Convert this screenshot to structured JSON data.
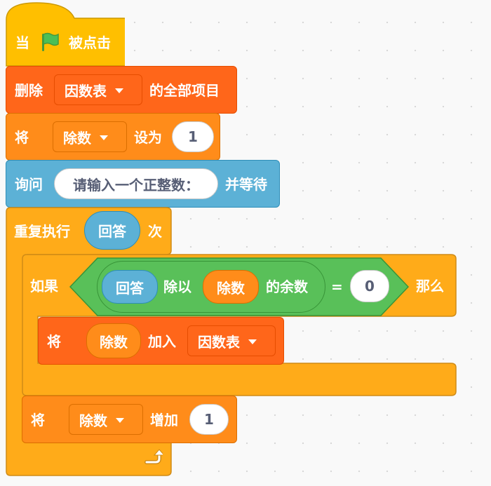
{
  "script": {
    "hat": {
      "prefix": "当",
      "suffix": "被点击",
      "icon": "green-flag-icon"
    },
    "delete_all": {
      "prefix": "删除",
      "list": "因数表",
      "suffix": "的全部项目"
    },
    "set_var": {
      "prefix": "将",
      "variable": "除数",
      "middle": "设为",
      "value": "1"
    },
    "ask": {
      "prefix": "询问",
      "question": "请输入一个正整数：",
      "suffix": "并等待"
    },
    "repeat": {
      "prefix": "重复执行",
      "times": "回答",
      "suffix": "次"
    },
    "if_block": {
      "prefix": "如果",
      "suffix": "那么",
      "mod": {
        "left": "回答",
        "op": "除以",
        "right": "除数",
        "suffix": "的余数"
      },
      "equals": "=",
      "compare_value": "0"
    },
    "add_to_list": {
      "prefix": "将",
      "item": "除数",
      "middle": "加入",
      "list": "因数表"
    },
    "change_var": {
      "prefix": "将",
      "variable": "除数",
      "middle": "增加",
      "value": "1"
    },
    "loop_arrow_icon": "loop-arrow-icon"
  },
  "colors": {
    "events": "#ffbf00",
    "list": "#ff661a",
    "variable": "#ff8c1a",
    "sensing": "#5cb1d6",
    "control": "#ffab19",
    "operators": "#59c059"
  }
}
